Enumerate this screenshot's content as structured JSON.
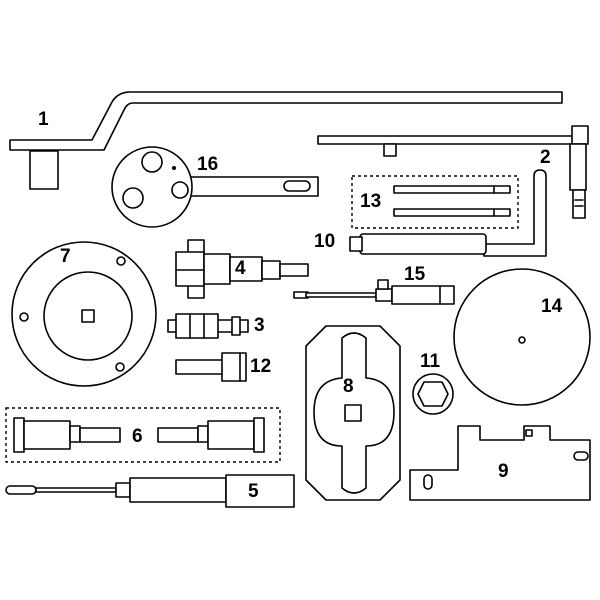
{
  "labels": {
    "tool_1": "1",
    "tool_2": "2",
    "tool_3": "3",
    "tool_4": "4",
    "tool_5": "5",
    "tool_6": "6",
    "tool_7": "7",
    "tool_8": "8",
    "tool_9": "9",
    "tool_10": "10",
    "tool_11": "11",
    "tool_12": "12",
    "tool_13": "13",
    "tool_14": "14",
    "tool_15": "15",
    "tool_16": "16"
  },
  "colors": {
    "line": "#000000",
    "background": "#ffffff"
  }
}
